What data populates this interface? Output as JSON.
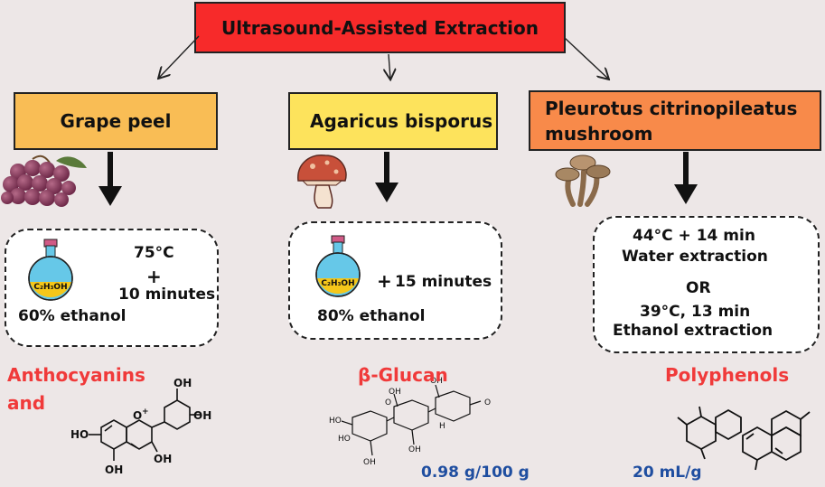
{
  "title": "Ultrasound-Assisted Extraction",
  "sources": {
    "grape": "Grape peel",
    "agaricus": "Agaricus bisporus",
    "pleurotus_line1": "Pleurotus citrinopileatus",
    "pleurotus_line2": "mushroom"
  },
  "flask_label": "C₂H₃OH",
  "conditions": {
    "grape": {
      "temp": "75°C",
      "plus": "+",
      "time": "10 minutes",
      "solvent": "60% ethanol"
    },
    "agaricus": {
      "plus": "+",
      "time": "15 minutes",
      "solvent": "80% ethanol"
    },
    "pleurotus": {
      "line1": "44°C + 14 min",
      "line2": "Water extraction",
      "or": "OR",
      "line3": "39°C, 13 min",
      "line4": "Ethanol extraction"
    }
  },
  "products": {
    "grape_line1": "Anthocyanins",
    "grape_line2": "and",
    "agaricus": "β-Glucan",
    "pleurotus": "Polyphenols"
  },
  "yields": {
    "agaricus": "0.98 g/100 g",
    "pleurotus": "20 mL/g"
  },
  "molecule_labels": {
    "oh": "OH",
    "ho": "HO",
    "o_plus": "O",
    "plus_charge": "+",
    "glucan_ho": "HO",
    "glucan_oh": "OH",
    "glucan_o": "O",
    "glucan_h": "H"
  },
  "colors": {
    "title_bg": "#f72a2a",
    "grape_bg": "#f9bd55",
    "agaricus_bg": "#fde35c",
    "pleurotus_bg": "#f88a4a",
    "product_text": "#f03a3a",
    "yield_text": "#1f4ea0"
  }
}
